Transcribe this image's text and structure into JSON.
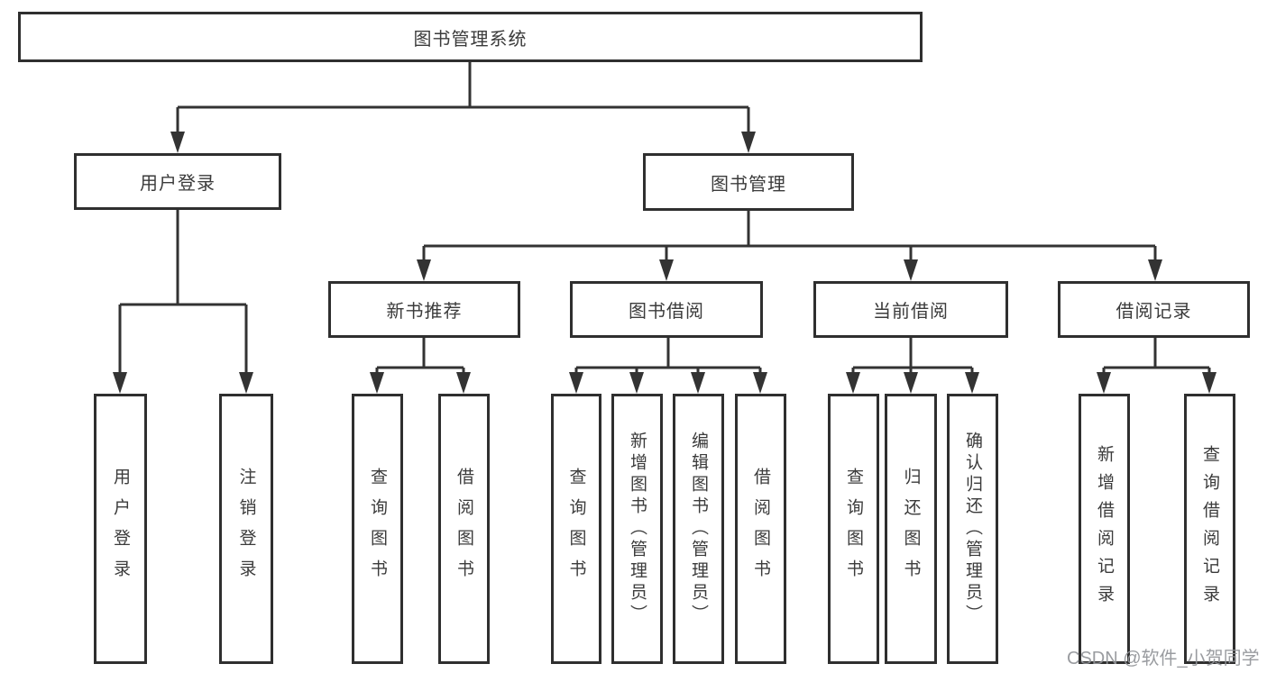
{
  "watermark": "CSDN @软件_小贺同学",
  "colors": {
    "background": "#ffffff",
    "box_border": "#2f2f2f",
    "connector_line": "#333333",
    "text": "#3b3b3b",
    "watermark_text": "#919498"
  },
  "tree": {
    "root": {
      "label": "图书管理系统",
      "children": [
        {
          "label": "用户登录",
          "children": [
            {
              "label": "用户登录"
            },
            {
              "label": "注销登录"
            }
          ]
        },
        {
          "label": "图书管理",
          "children": [
            {
              "label": "新书推荐",
              "children": [
                {
                  "label": "查询图书"
                },
                {
                  "label": "借阅图书"
                }
              ]
            },
            {
              "label": "图书借阅",
              "children": [
                {
                  "label": "查询图书"
                },
                {
                  "label": "新增图书（管理员）"
                },
                {
                  "label": "编辑图书（管理员）"
                },
                {
                  "label": "借阅图书"
                }
              ]
            },
            {
              "label": "当前借阅",
              "children": [
                {
                  "label": "查询图书"
                },
                {
                  "label": "归还图书"
                },
                {
                  "label": "确认归还（管理员）"
                }
              ]
            },
            {
              "label": "借阅记录",
              "children": [
                {
                  "label": "新增借阅记录"
                },
                {
                  "label": "查询借阅记录"
                }
              ]
            }
          ]
        }
      ]
    }
  }
}
